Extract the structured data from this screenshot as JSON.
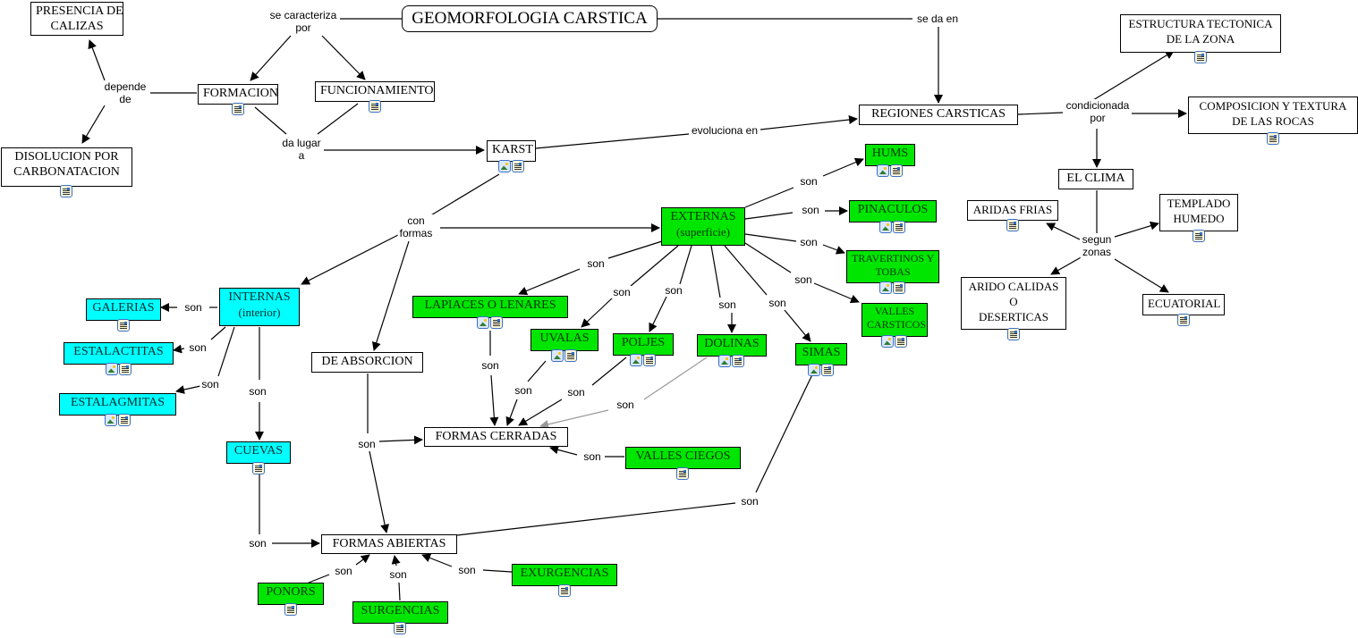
{
  "title": "GEOMORFOLOGIA CARSTICA",
  "colors": {
    "green": "#00e600",
    "cyan": "#00ffff",
    "white": "#ffffff",
    "line": "#000000"
  },
  "nodes": {
    "root": {
      "label": "GEOMORFOLOGIA CARSTICA"
    },
    "presencia": {
      "label": "PRESENCIA DE\nCALIZAS",
      "icons": []
    },
    "disolucion": {
      "label": "DISOLUCION POR\nCARBONATACION",
      "icons": [
        "doc"
      ]
    },
    "formacion": {
      "label": "FORMACION",
      "icons": [
        "doc"
      ]
    },
    "funcionamiento": {
      "label": "FUNCIONAMIENTO",
      "icons": [
        "doc"
      ]
    },
    "karst": {
      "label": "KARST",
      "icons": [
        "image",
        "doc"
      ]
    },
    "regiones": {
      "label": "REGIONES CARSTICAS",
      "icons": []
    },
    "estructura": {
      "label": "ESTRUCTURA TECTONICA\nDE LA ZONA",
      "icons": [
        "doc"
      ]
    },
    "composicion": {
      "label": "COMPOSICION Y TEXTURA\nDE LAS ROCAS",
      "icons": [
        "doc"
      ]
    },
    "clima": {
      "label": "EL CLIMA",
      "icons": []
    },
    "aridas_frias": {
      "label": "ARIDAS FRIAS",
      "icons": [
        "doc"
      ]
    },
    "templado": {
      "label": "TEMPLADO\nHUMEDO",
      "icons": [
        "doc"
      ]
    },
    "arido_calidas": {
      "label": "ARIDO CALIDAS\nO\nDESERTICAS",
      "icons": [
        "doc"
      ]
    },
    "ecuatorial": {
      "label": "ECUATORIAL",
      "icons": [
        "doc"
      ]
    },
    "externas": {
      "label": "EXTERNAS",
      "sub": "(superficie)",
      "icons": []
    },
    "hums": {
      "label": "HUMS",
      "icons": [
        "image",
        "doc"
      ]
    },
    "pinaculos": {
      "label": "PINACULOS",
      "icons": [
        "image",
        "doc"
      ]
    },
    "travertinos": {
      "label": "TRAVERTINOS Y\nTOBAS",
      "icons": [
        "image",
        "doc"
      ]
    },
    "valles_carsticos": {
      "label": "VALLES\nCARSTICOS",
      "icons": [
        "image",
        "doc"
      ]
    },
    "lapiaces": {
      "label": "LAPIACES O LENARES",
      "icons": [
        "image",
        "doc"
      ]
    },
    "uvalas": {
      "label": "UVALAS",
      "icons": [
        "image",
        "doc"
      ]
    },
    "poljes": {
      "label": "POLJES",
      "icons": [
        "image",
        "doc"
      ]
    },
    "dolinas": {
      "label": "DOLINAS",
      "icons": [
        "image",
        "doc"
      ]
    },
    "simas": {
      "label": "SIMAS",
      "icons": [
        "image",
        "doc"
      ]
    },
    "internas": {
      "label": "INTERNAS",
      "sub": "(interior)",
      "icons": []
    },
    "galerias": {
      "label": "GALERIAS",
      "icons": [
        "doc"
      ]
    },
    "estalactitas": {
      "label": "ESTALACTITAS",
      "icons": [
        "image",
        "doc"
      ]
    },
    "estalagmitas": {
      "label": "ESTALAGMITAS",
      "icons": [
        "image",
        "doc"
      ]
    },
    "cuevas": {
      "label": "CUEVAS",
      "icons": [
        "doc"
      ]
    },
    "absorcion": {
      "label": "DE ABSORCION",
      "icons": []
    },
    "formas_cerradas": {
      "label": "FORMAS CERRADAS",
      "icons": []
    },
    "valles_ciegos": {
      "label": "VALLES CIEGOS",
      "icons": [
        "doc"
      ]
    },
    "formas_abiertas": {
      "label": "FORMAS ABIERTAS",
      "icons": []
    },
    "ponors": {
      "label": "PONORS",
      "icons": [
        "doc"
      ]
    },
    "surgencias": {
      "label": "SURGENCIAS",
      "icons": [
        "doc"
      ]
    },
    "exurgencias": {
      "label": "EXURGENCIAS",
      "icons": [
        "doc"
      ]
    }
  },
  "links": {
    "se_caracteriza": "se caracteriza\npor",
    "se_da_en": "se da en",
    "depende_de": "depende\nde",
    "da_lugar": "da lugar\na",
    "evoluciona_en": "evoluciona en",
    "condicionada": "condicionada\npor",
    "segun_zonas": "segun\nzonas",
    "con_formas": "con\nformas",
    "son": "son"
  }
}
